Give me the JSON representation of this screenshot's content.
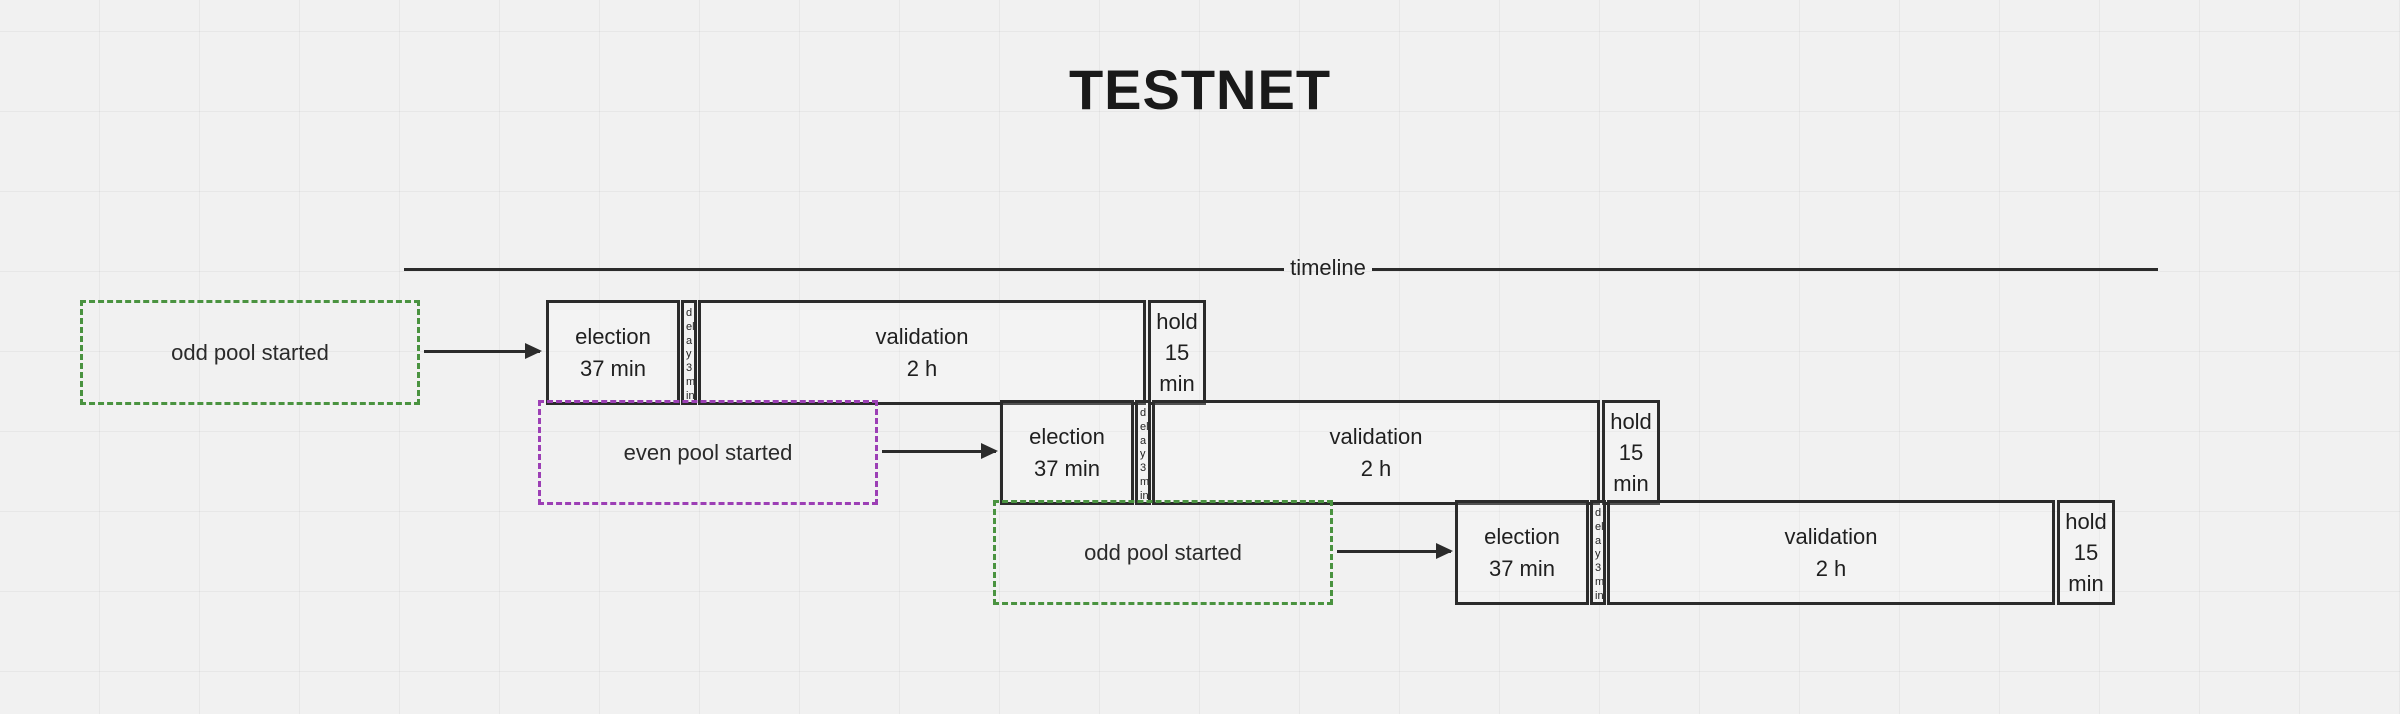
{
  "title": "TESTNET",
  "timeline": {
    "label": "timeline"
  },
  "events": [
    {
      "id": "evt-odd-1",
      "label": "odd pool started",
      "color": "#4a9340"
    },
    {
      "id": "evt-even-1",
      "label": "even pool started",
      "color": "#9c3fb5"
    },
    {
      "id": "evt-odd-2",
      "label": "odd pool started",
      "color": "#4a9340"
    }
  ],
  "rows": [
    {
      "id": "row-1",
      "phases": [
        {
          "id": "election-1",
          "name": "election",
          "duration": "37 min"
        },
        {
          "id": "delay-1",
          "name": "delay",
          "duration": "3 min"
        },
        {
          "id": "validation-1",
          "name": "validation",
          "duration": "2 h"
        },
        {
          "id": "hold-1",
          "name": "hold",
          "duration_value": "15",
          "duration_unit": "min"
        }
      ]
    },
    {
      "id": "row-2",
      "phases": [
        {
          "id": "election-2",
          "name": "election",
          "duration": "37 min"
        },
        {
          "id": "delay-2",
          "name": "delay",
          "duration": "3 min"
        },
        {
          "id": "validation-2",
          "name": "validation",
          "duration": "2 h"
        },
        {
          "id": "hold-2",
          "name": "hold",
          "duration_value": "15",
          "duration_unit": "min"
        }
      ]
    },
    {
      "id": "row-3",
      "phases": [
        {
          "id": "election-3",
          "name": "election",
          "duration": "37 min"
        },
        {
          "id": "delay-3",
          "name": "delay",
          "duration": "3 min"
        },
        {
          "id": "validation-3",
          "name": "validation",
          "duration": "2 h"
        },
        {
          "id": "hold-3",
          "name": "hold",
          "duration_value": "15",
          "duration_unit": "min"
        }
      ]
    }
  ],
  "narrow_label": "delay 3 min"
}
